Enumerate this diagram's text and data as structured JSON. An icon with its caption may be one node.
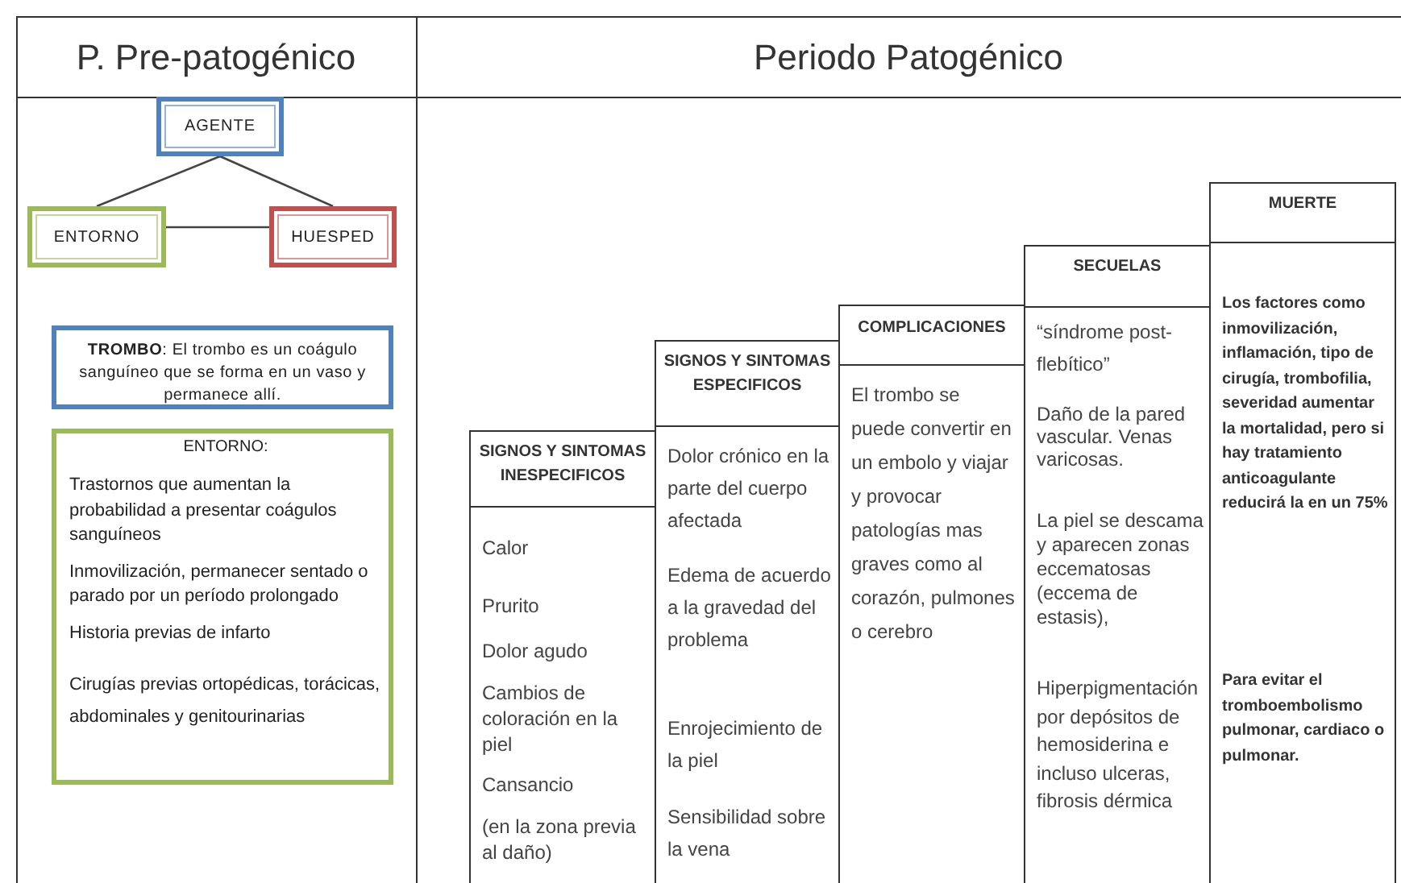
{
  "diagram": {
    "nodes": [
      {
        "text": [
          "P. Pre-patogénico"
        ]
      },
      {
        "text": [
          "Periodo Patogénico"
        ]
      },
      {
        "text": [
          "AGENTE"
        ]
      },
      {
        "text": [
          "ENTORNO"
        ]
      },
      {
        "text": [
          "HUESPED"
        ]
      },
      {
        "text": [
          "**TROMBO**: El trombo es un coágulo sanguíneo que se forma en un vaso y permanece allí."
        ]
      },
      {
        "text": [
          "ENTORNO:",
          "Trastornos que aumentan la probabilidad a presentar coágulos sanguíneos",
          "Inmovilización, permanecer sentado o parado por un período prolongado",
          "Historia previas de infarto",
          "Cirugías previas ortopédicas, torácicas, abdominales y genitourinarias"
        ]
      },
      {
        "text": [
          "SIGNOS Y SINTOMAS INESPECIFICOS",
          "Calor",
          "Prurito",
          "Dolor agudo",
          "Cambios de coloración en la piel",
          "Cansancio",
          "(en la zona previa al daño)"
        ]
      },
      {
        "text": [
          "SIGNOS Y SINTOMAS ESPECIFICOS",
          "Dolor crónico en la parte del cuerpo afectada",
          "Edema de acuerdo a la gravedad del problema",
          "Enrojecimiento de la piel",
          "Sensibilidad sobre la vena"
        ]
      },
      {
        "text": [
          "COMPLICACIONES",
          "El trombo se puede convertir en un embolo y viajar y provocar patologías mas graves como al corazón, pulmones o cerebro"
        ]
      },
      {
        "text": [
          "SECUELAS",
          "“síndrome post-flebítico”",
          "Daño de la pared vascular. Venas varicosas.",
          "La piel se descama y aparecen zonas eccematosas (eccema de estasis),",
          "Hiperpigmentación por depósitos de hemosiderina e incluso ulceras, fibrosis dérmica"
        ]
      },
      {
        "text": [
          "MUERTE",
          "Los factores como inmovilización, inflamación, tipo de cirugía, trombofilia, severidad aumentar la mortalidad, pero si hay tratamiento anticoagulante reducirá la en un 75%",
          "Para evitar el tromboembolismo pulmonar, cardiaco o pulmonar."
        ]
      }
    ],
    "edges": [
      {
        "from": 2,
        "to": 3,
        "arrow": "none"
      },
      {
        "from": 2,
        "to": 4,
        "arrow": "none"
      },
      {
        "from": 3,
        "to": 4,
        "arrow": "none"
      }
    ]
  }
}
